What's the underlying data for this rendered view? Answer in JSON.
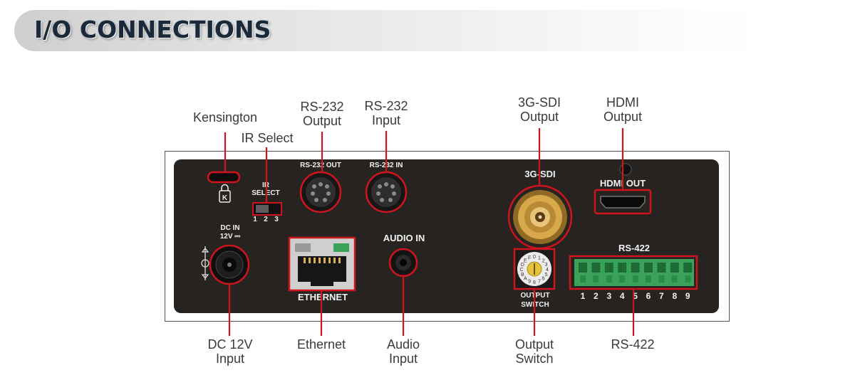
{
  "header": {
    "title": "I/O CONNECTIONS"
  },
  "callouts": {
    "kensington": "Kensington",
    "ir_select": "IR Select",
    "rs232_output": [
      "RS-232",
      "Output"
    ],
    "rs232_input": [
      "RS-232",
      "Input"
    ],
    "sdi_output": [
      "3G-SDI",
      "Output"
    ],
    "hdmi_output": [
      "HDMI",
      "Output"
    ],
    "dc_input": [
      "DC 12V",
      "Input"
    ],
    "ethernet": "Ethernet",
    "audio_input": [
      "Audio",
      "Input"
    ],
    "output_switch": [
      "Output",
      "Switch"
    ],
    "rs422": "RS-422"
  },
  "panel_labels": {
    "rs232_out": "RS-232 OUT",
    "rs232_in": "RS-232 IN",
    "sdi": "3G-SDI",
    "hdmi_out": "HDMI OUT",
    "ir_select": [
      "IR",
      "SELECT"
    ],
    "ir_positions": [
      "1",
      "2",
      "3"
    ],
    "dc_in": [
      "DC IN",
      "12V ⎓"
    ],
    "ethernet": "ETHERNET",
    "audio_in": "AUDIO IN",
    "output_switch": [
      "OUTPUT",
      "SWITCH"
    ],
    "rs422": "RS-422",
    "rs422_pins": [
      "1",
      "2",
      "3",
      "4",
      "5",
      "6",
      "7",
      "8",
      "9"
    ],
    "rotary_digits": "0123456789ABCDEF"
  },
  "colors": {
    "highlight": "#d0141e",
    "panel": "#262320",
    "title": "#1b2a3a",
    "terminal": "#3aa35a"
  }
}
